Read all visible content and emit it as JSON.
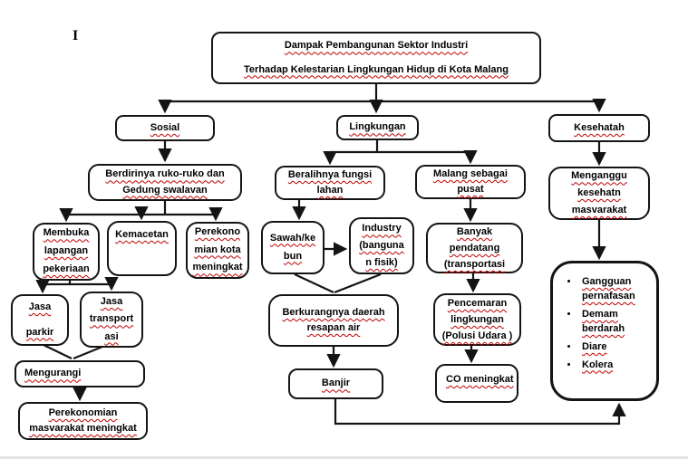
{
  "diagram": {
    "stray_mark": "I",
    "title": {
      "line1": "Dampak Pembangunan Sektor Industri",
      "line2": "Terhadap Kelestarian Lingkungan Hidup di Kota Malang"
    },
    "nodes": {
      "sosial": "Sosial",
      "lingkungan": "Lingkungan",
      "kesehatan": "Kesehatah",
      "berdirinya": "Berdirinya ruko-ruko dan\nGedung swalavan",
      "membuka": "Membuka\nlapangan\npekeriaan",
      "kemacetan": "Kemacetan",
      "perekonomian_kota": "Perekono\nmian kota\nmeningkat",
      "jasa_parkir": "Jasa\nparkir",
      "jasa_transportasi": "Jasa\ntransport\nasi",
      "mengurangi": "Mengurangi",
      "perekonomian_masyarakat": "Perekonomian\nmasvarakat meningkat",
      "beralihnya": "Beralihnya fungsi\nlahan",
      "sawah": "Sawah/ke\nbun",
      "industry": "Industry\n(banguna\nn fisik)",
      "berkurangnya": "Berkurangnya daerah\nresapan air",
      "banjir": "Banjir",
      "malang": "Malang sebagai\npusat",
      "banyak_pendatang": "Banyak\npendatang\n(transportasi",
      "pencemaran": "Pencemaran\nlingkungan\n(Polusi Udara )",
      "co": "CO meningkat",
      "menganggu": "Menganggu\nkesehatn\nmasvarakat"
    },
    "symptoms": [
      "Gangguan pernafasan",
      "Demam berdarah",
      "Diare",
      "Kolera"
    ],
    "colors": {
      "background": "#ffffff",
      "box_border": "#141414",
      "text": "#000000",
      "squiggle": "#c00000"
    }
  }
}
